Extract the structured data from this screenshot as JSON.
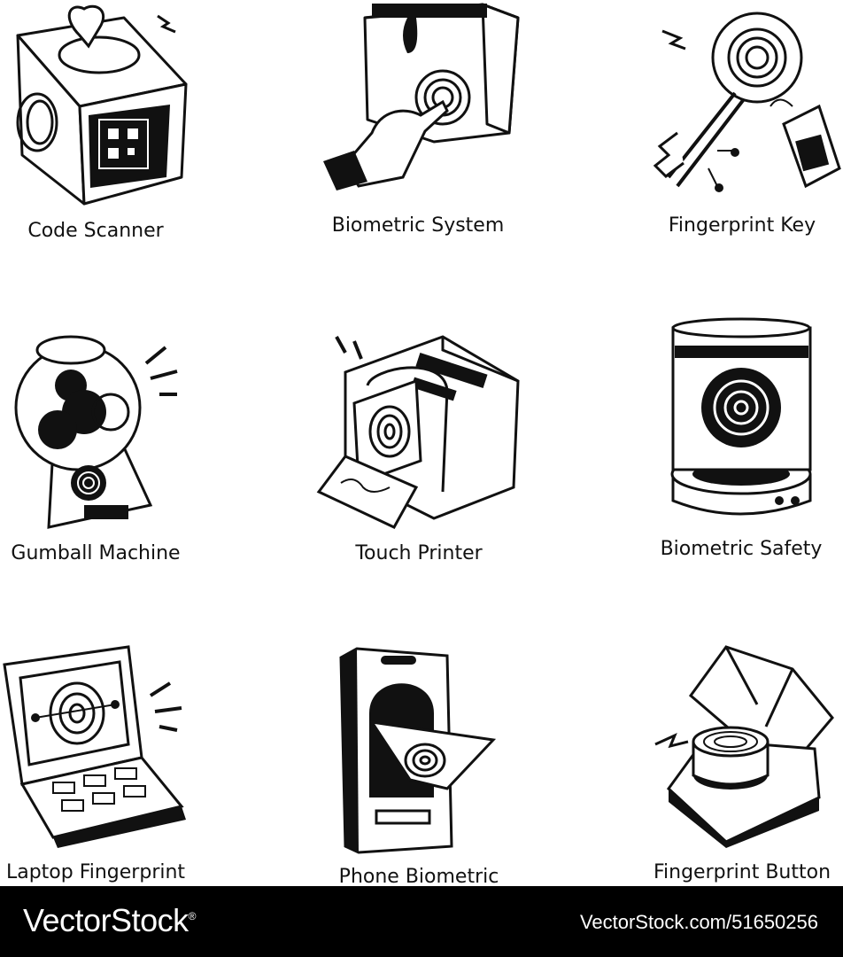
{
  "icons": [
    {
      "label": "Code Scanner",
      "icon": "code-scanner-icon"
    },
    {
      "label": "Biometric System",
      "icon": "biometric-system-icon"
    },
    {
      "label": "Fingerprint Key",
      "icon": "fingerprint-key-icon"
    },
    {
      "label": "Gumball Machine",
      "icon": "gumball-machine-icon"
    },
    {
      "label": "Touch Printer",
      "icon": "touch-printer-icon"
    },
    {
      "label": "Biometric Safety",
      "icon": "biometric-safety-icon"
    },
    {
      "label": "Laptop Fingerprint",
      "icon": "laptop-fingerprint-icon"
    },
    {
      "label": "Phone Biometric",
      "icon": "phone-biometric-icon"
    },
    {
      "label": "Fingerprint Button",
      "icon": "fingerprint-button-icon"
    }
  ],
  "footer": {
    "brand": "VectorStock",
    "brand_mark": "®",
    "image_id": "VectorStock.com/51650256"
  },
  "colors": {
    "ink": "#111111",
    "background": "#ffffff",
    "footer": "#000000"
  }
}
